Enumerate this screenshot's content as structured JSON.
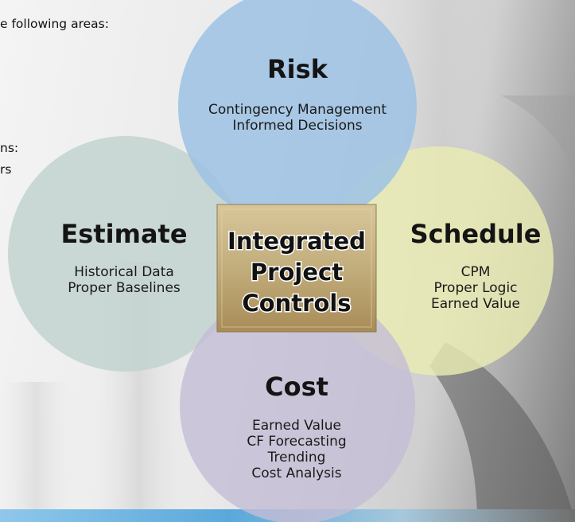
{
  "colors": {
    "risk_fill": "#9ec3e4",
    "schedule_fill": "#e9ecb2",
    "estimate_fill": "#c2d3cf",
    "cost_fill": "#c4bdd6",
    "center_box": "#c2ad7c"
  },
  "text_fragments": {
    "top": "e following areas:",
    "mid1": "ns:",
    "mid2": "rs"
  },
  "risk": {
    "title": "Risk",
    "lines": [
      "Contingency Management",
      "Informed Decisions"
    ]
  },
  "estimate": {
    "title": "Estimate",
    "lines": [
      "Historical Data",
      "Proper Baselines"
    ]
  },
  "schedule": {
    "title": "Schedule",
    "lines": [
      "CPM",
      "Proper Logic",
      "Earned Value"
    ]
  },
  "cost": {
    "title": "Cost",
    "lines": [
      "Earned Value",
      "CF Forecasting",
      "Trending",
      "Cost Analysis"
    ]
  },
  "center": {
    "lines": [
      "Integrated",
      "Project",
      "Controls"
    ]
  }
}
